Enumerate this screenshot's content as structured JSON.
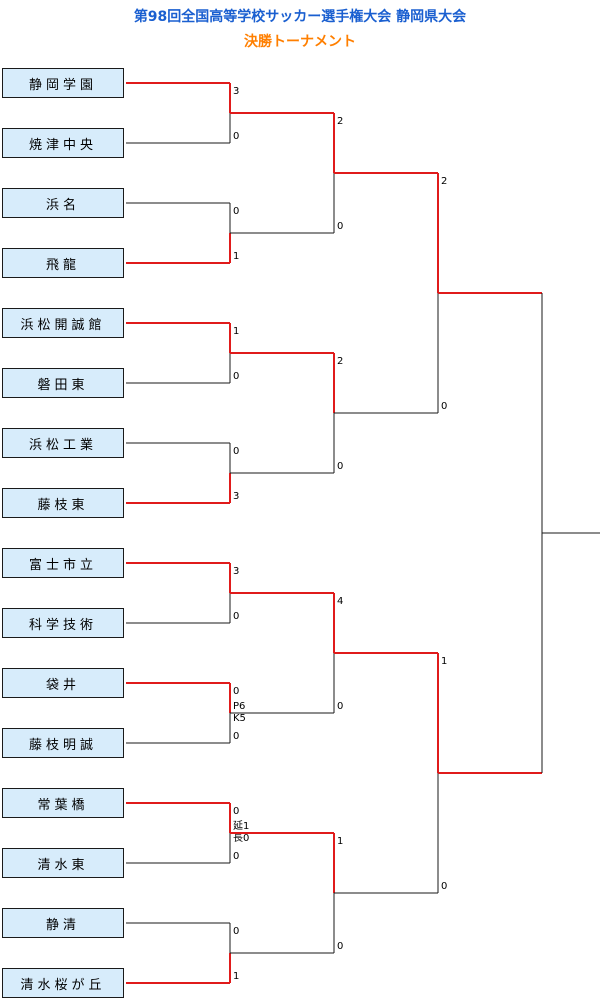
{
  "title": "第98回全国高等学校サッカー選手権大会 静岡県大会",
  "subtitle": "決勝トーナメント",
  "colors": {
    "title": "#1a5fd0",
    "subtitle": "#ff7f00",
    "winner_line": "#e01b1b",
    "loser_line": "#1a1a1a",
    "team_box": "#d7ecfb"
  },
  "teams": [
    "静岡学園",
    "焼津中央",
    "浜名",
    "飛龍",
    "浜松開誠館",
    "磐田東",
    "浜松工業",
    "藤枝東",
    "富士市立",
    "科学技術",
    "袋井",
    "藤枝明誠",
    "常葉橋",
    "清水東",
    "静清",
    "清水桜が丘"
  ],
  "round1": [
    {
      "top": "3",
      "bottom": "0",
      "winner": "top"
    },
    {
      "top": "0",
      "bottom": "1",
      "winner": "bottom"
    },
    {
      "top": "1",
      "bottom": "0",
      "winner": "top"
    },
    {
      "top": "0",
      "bottom": "3",
      "winner": "bottom"
    },
    {
      "top": "3",
      "bottom": "0",
      "winner": "top"
    },
    {
      "top": "0",
      "bottom": "0",
      "notes": [
        "P6",
        "K5"
      ],
      "winner": "top"
    },
    {
      "top": "0",
      "bottom": "0",
      "notes": [
        "延1",
        "長0"
      ],
      "winner": "top"
    },
    {
      "top": "0",
      "bottom": "1",
      "winner": "bottom"
    }
  ],
  "round2": [
    {
      "top": "2",
      "bottom": "0",
      "winner": "top"
    },
    {
      "top": "2",
      "bottom": "0",
      "winner": "top"
    },
    {
      "top": "4",
      "bottom": "0",
      "winner": "top"
    },
    {
      "top": "1",
      "bottom": "0",
      "winner": "top"
    }
  ],
  "semis": [
    {
      "top": "2",
      "bottom": "0",
      "winner": "top"
    },
    {
      "top": "1",
      "bottom": "0",
      "winner": "top"
    }
  ]
}
